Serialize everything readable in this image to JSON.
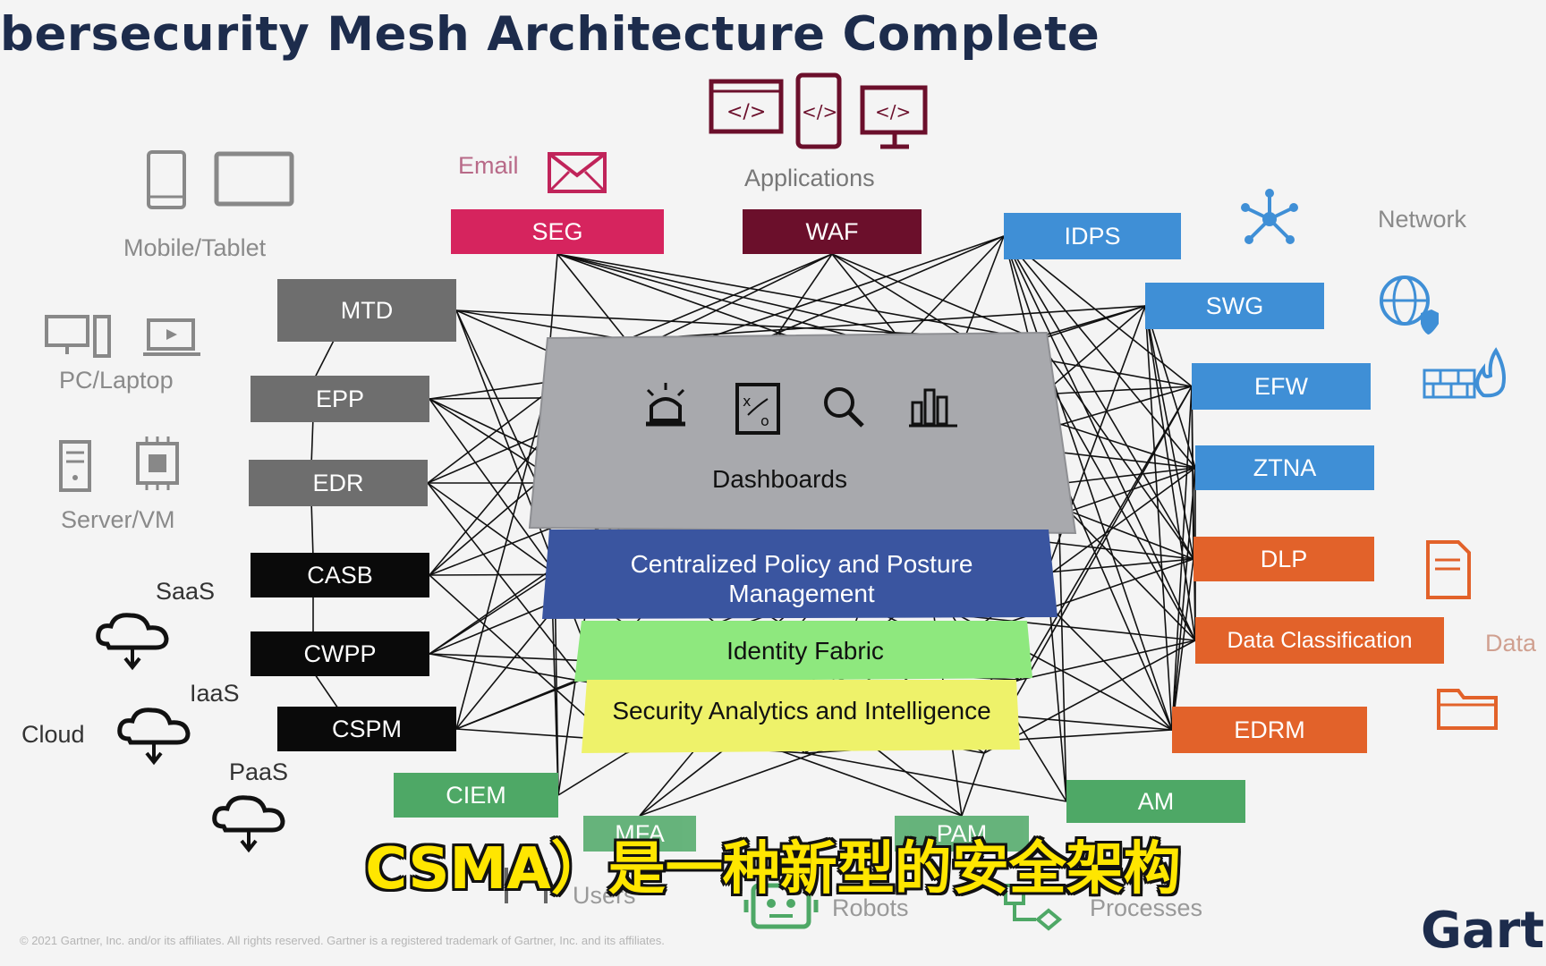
{
  "title": "bersecurity Mesh Architecture Complete",
  "dashboards_label": "Dashboards",
  "layers": {
    "policy": "Centralized Policy and Posture Management",
    "identity": "Identity Fabric",
    "analytics": "Security Analytics and Intelligence"
  },
  "left_boxes": [
    "MTD",
    "EPP",
    "EDR",
    "CASB",
    "CWPP",
    "CSPM"
  ],
  "top_boxes": {
    "seg": "SEG",
    "waf": "WAF"
  },
  "right_boxes": [
    "IDPS",
    "SWG",
    "EFW",
    "ZTNA",
    "DLP",
    "Data Classification",
    "EDRM"
  ],
  "bottom_boxes": {
    "ciem": "CIEM",
    "am": "AM",
    "partial1": "MFA",
    "partial2": "PAM"
  },
  "category_labels": {
    "email": "Email",
    "applications": "Applications",
    "mobile": "Mobile/Tablet",
    "pc": "PC/Laptop",
    "server": "Server/VM",
    "saas": "SaaS",
    "iaas": "IaaS",
    "paas": "PaaS",
    "cloud": "Cloud",
    "network": "Network",
    "data": "Data",
    "users": "Users",
    "robots": "Robots",
    "processes": "Processes"
  },
  "colors": {
    "seg": "#d6245e",
    "waf": "#6b0f2b",
    "grey": "#6e6e6e",
    "black": "#0a0a0a",
    "blue": "#3f8fd6",
    "orange": "#e2622a",
    "green": "#4ea866",
    "policy": "#3a55a0",
    "identity": "#8ee87e",
    "analytics": "#eef26a"
  },
  "caption": "CSMA）是一种新型的安全架构",
  "footer": "© 2021 Gartner, Inc. and/or its affiliates. All rights reserved. Gartner is a registered trademark of Gartner, Inc. and its affiliates.",
  "brand": "Gartr"
}
